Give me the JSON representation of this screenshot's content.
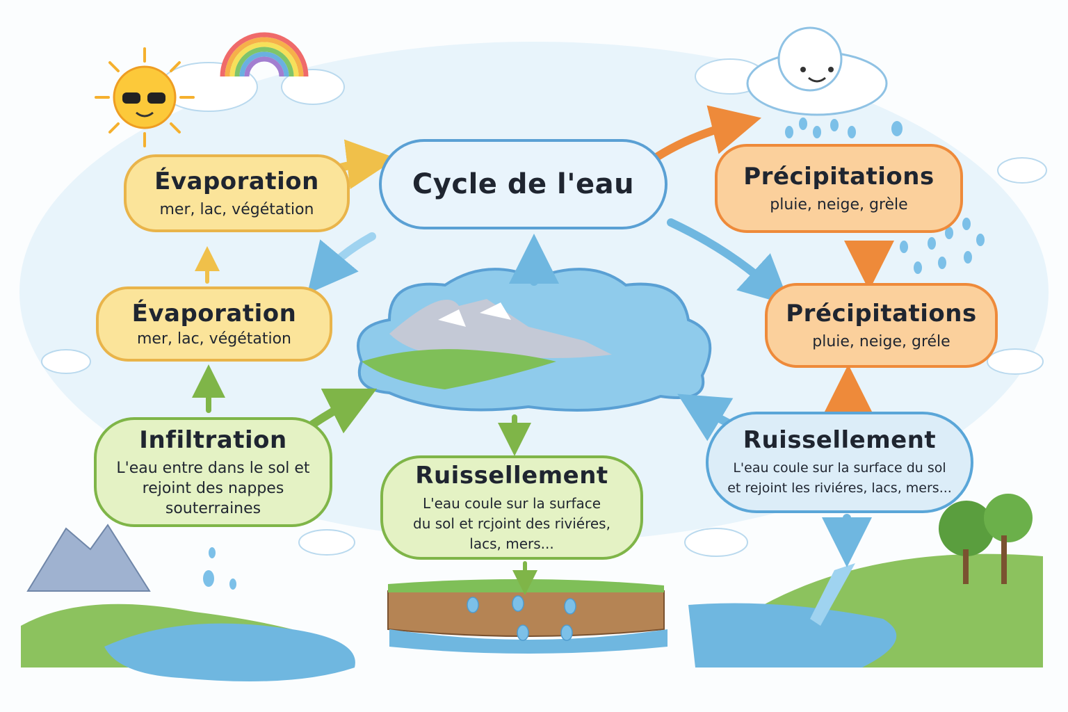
{
  "title": "Cycle de l'eau",
  "nodes": {
    "evaporation_top": {
      "title": "Évaporation",
      "text": "mer, lac, végétation"
    },
    "evaporation_mid": {
      "title": "Évaporation",
      "text": "mer, lac, végétation"
    },
    "infiltration": {
      "title": "Infiltration",
      "lines": [
        "L'eau entre dans le sol et",
        "rejoint des nappes",
        "souterraines"
      ]
    },
    "ruissellement_center": {
      "title": "Ruissellement",
      "lines": [
        "L'eau coule sur la surface",
        "du sol et rcjoint des riviéres,",
        "lacs, mers..."
      ]
    },
    "precipitations_top": {
      "title": "Précipitations",
      "text": "pluie, neige, grèle"
    },
    "precipitations_mid": {
      "title": "Précipitations",
      "text": "pluie, neige, gréle"
    },
    "ruissellement_right": {
      "title": "Ruissellement",
      "lines": [
        "L'eau coule sur la surface du sol",
        "et rejoint les riviéres, lacs, mers..."
      ]
    }
  },
  "colors": {
    "orange": "#ee8a3a",
    "yellow": "#e9b44a",
    "green": "#7fb548",
    "blue": "#5aa6d8",
    "water": "#6fb7e0"
  }
}
